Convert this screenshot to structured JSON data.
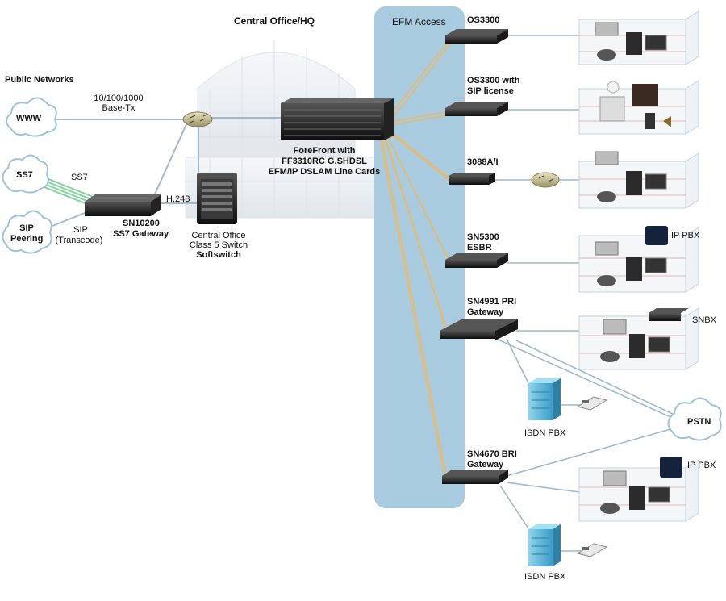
{
  "title": "Central Office/HQ",
  "efm_access": "EFM Access",
  "public_networks": "Public Networks",
  "clouds": {
    "www": "WWW",
    "ss7": "SS7",
    "sip": "SIP",
    "peering": "Peering",
    "pstn": "PSTN"
  },
  "links": {
    "base_tx_1": "10/100/1000",
    "base_tx_2": "Base-Tx",
    "ss7": "SS7",
    "sip": "SIP",
    "transcode": "(Transcode)",
    "h248": "H.248"
  },
  "devices": {
    "sn10200_1": "SN10200",
    "sn10200_2": "SS7 Gateway",
    "softswitch_1": "Central Office",
    "softswitch_2": "Class 5 Switch",
    "softswitch_3": "Softswitch",
    "forefront_1": "ForeFront with",
    "forefront_2": "FF3310RC G.SHDSL",
    "forefront_3": "EFM/IP DSLAM Line Cards",
    "os3300": "OS3300",
    "os3300sip_1": "OS3300 with",
    "os3300sip_2": "SIP license",
    "d3088": "3088A/I",
    "sn5300_1": "SN5300",
    "sn5300_2": "ESBR",
    "sn4991_1": "SN4991 PRI",
    "sn4991_2": "Gateway",
    "sn4670_1": "SN4670 BRI",
    "sn4670_2": "Gateway",
    "ip_pbx_1": "IP PBX",
    "ip_pbx_2": "IP PBX",
    "snbx": "SNBX",
    "isdn_pbx_1": "ISDN PBX",
    "isdn_pbx_2": "ISDN PBX"
  },
  "colors": {
    "efm_band": "#a9cbe0",
    "line": "#9fb9cf",
    "gold": "#e6b96b",
    "green": "#7fd29a",
    "dark": "#222222"
  }
}
